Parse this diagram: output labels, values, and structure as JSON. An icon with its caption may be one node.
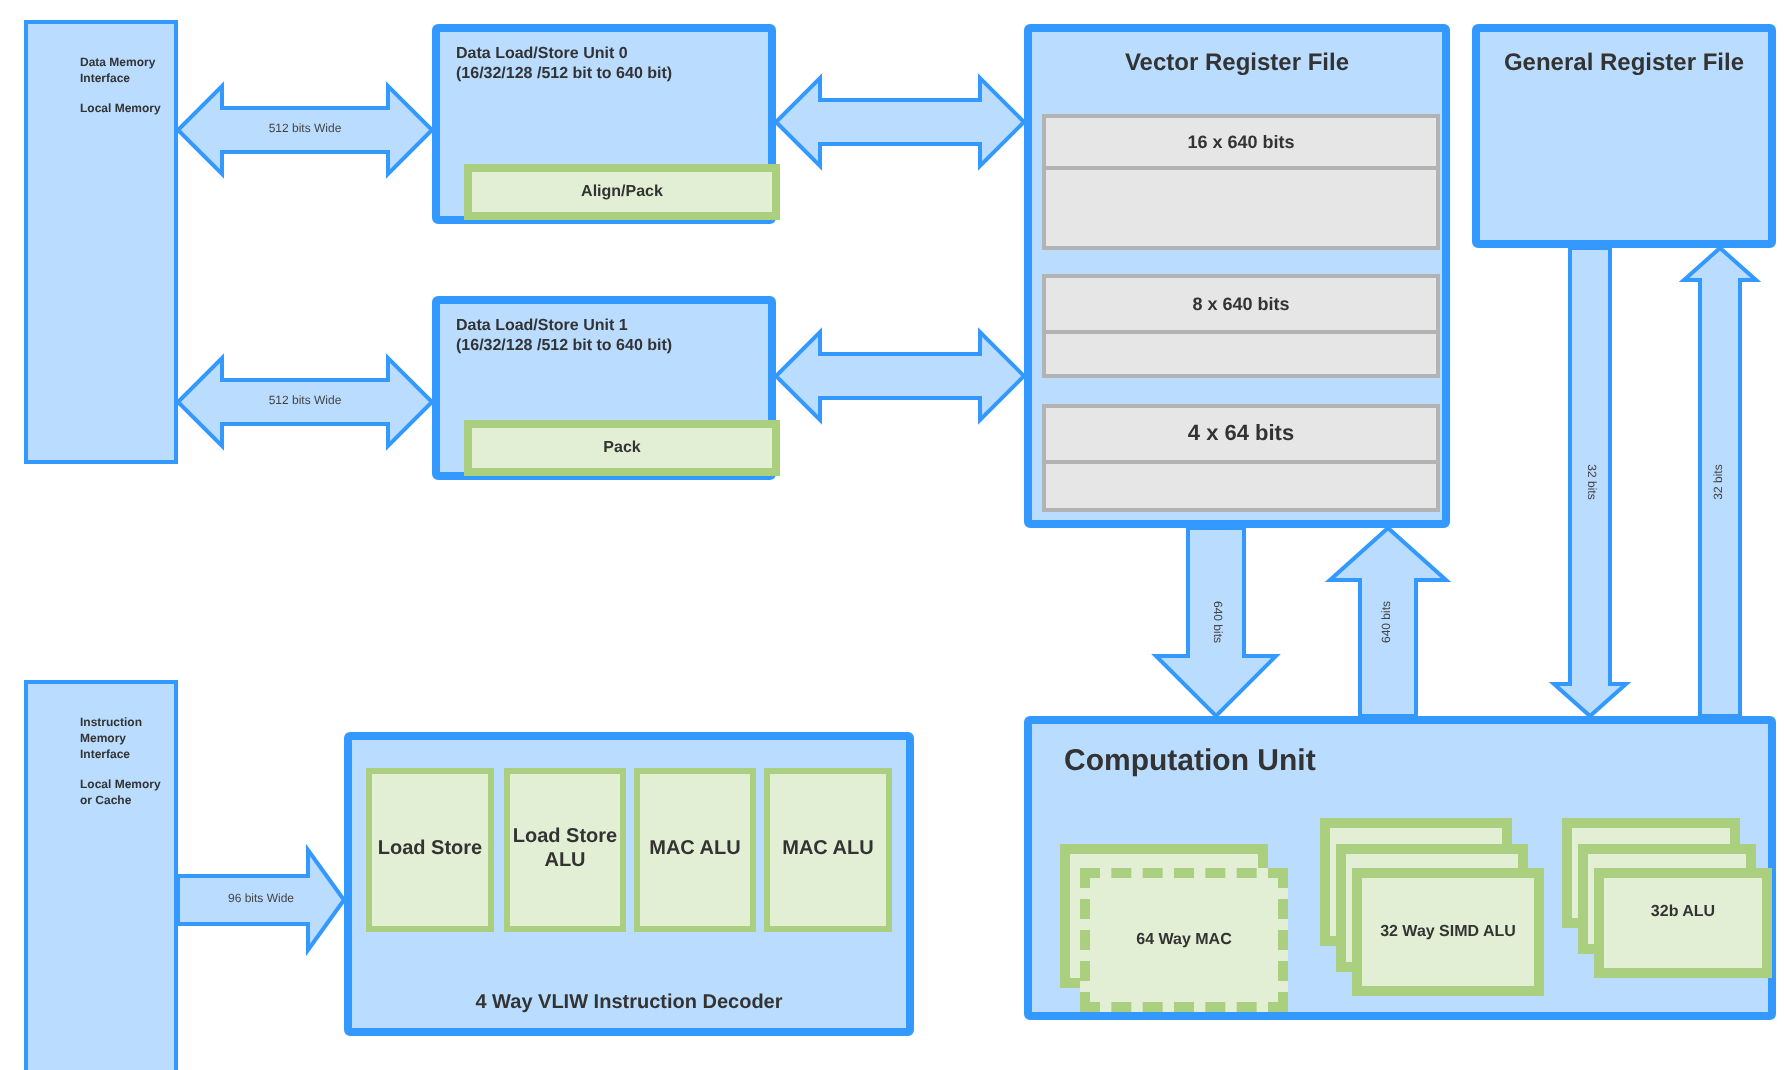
{
  "diagram": {
    "nodes": [
      {
        "text": [
          "Data Memory Interface",
          "Local Memory"
        ]
      },
      {
        "text": [
          "Data Load/Store Unit 0",
          "(16/32/128 /512 bit to 640 bit)"
        ]
      },
      {
        "text": [
          "Align/Pack"
        ],
        "in": 1
      },
      {
        "text": [
          "Data Load/Store Unit 1",
          "(16/32/128 /512 bit to 640 bit)"
        ]
      },
      {
        "text": [
          "Pack"
        ],
        "in": 3
      },
      {
        "text": [
          "Vector Register File"
        ]
      },
      {
        "text": [
          "16 x 640 bits"
        ],
        "in": 5
      },
      {
        "text": [
          "8 x 640 bits"
        ],
        "in": 5
      },
      {
        "text": [
          "4 x 64 bits"
        ],
        "in": 5
      },
      {
        "text": [
          "General Register File"
        ]
      },
      {
        "text": [
          "Computation Unit"
        ]
      },
      {
        "text": [
          "64 Way MAC"
        ],
        "in": 10
      },
      {
        "text": [
          "32 Way SIMD ALU"
        ],
        "in": 10
      },
      {
        "text": [
          "32b ALU"
        ],
        "in": 10
      },
      {
        "text": [
          "Instruction Memory Interface",
          "Local Memory or Cache"
        ]
      },
      {
        "text": [
          "4 Way VLIW Instruction Decoder"
        ]
      },
      {
        "text": [
          "Load Store"
        ],
        "in": 15
      },
      {
        "text": [
          "Load Store ALU"
        ],
        "in": 15
      },
      {
        "text": [
          "MAC ALU"
        ],
        "in": 15
      },
      {
        "text": [
          "MAC ALU"
        ],
        "in": 15
      }
    ],
    "edges": [
      {
        "from": 0,
        "to": 1,
        "arrow": "both",
        "label": "512 bits Wide"
      },
      {
        "from": 0,
        "to": 3,
        "arrow": "both",
        "label": "512 bits Wide"
      },
      {
        "from": 1,
        "to": 5,
        "arrow": "both"
      },
      {
        "from": 3,
        "to": 5,
        "arrow": "both"
      },
      {
        "from": 5,
        "to": 10,
        "arrow": "to",
        "label": "640 bits"
      },
      {
        "from": 10,
        "to": 5,
        "arrow": "to",
        "label": "640 bits"
      },
      {
        "from": 9,
        "to": 10,
        "arrow": "to",
        "label": "32 bits"
      },
      {
        "from": 10,
        "to": 9,
        "arrow": "to",
        "label": "32 bits"
      },
      {
        "from": 14,
        "to": 15,
        "arrow": "to",
        "label": "96 bits Wide"
      }
    ]
  }
}
